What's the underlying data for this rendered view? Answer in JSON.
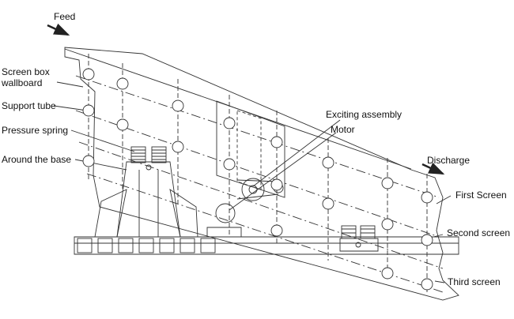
{
  "labels": {
    "feed": "Feed",
    "screen_box_wallboard": "Screen box wallboard",
    "support_tube": "Support tube",
    "pressure_spring": "Pressure spring",
    "around_the_base": "Around the base",
    "exciting_assembly": "Exciting assembly",
    "motor": "Motor",
    "discharge": "Discharge",
    "first_screen": "First Screen",
    "second_screen": "Second screen",
    "third_screen": "Third screen"
  },
  "colors": {
    "line": "#333333",
    "text": "#111111",
    "background": "#ffffff"
  }
}
